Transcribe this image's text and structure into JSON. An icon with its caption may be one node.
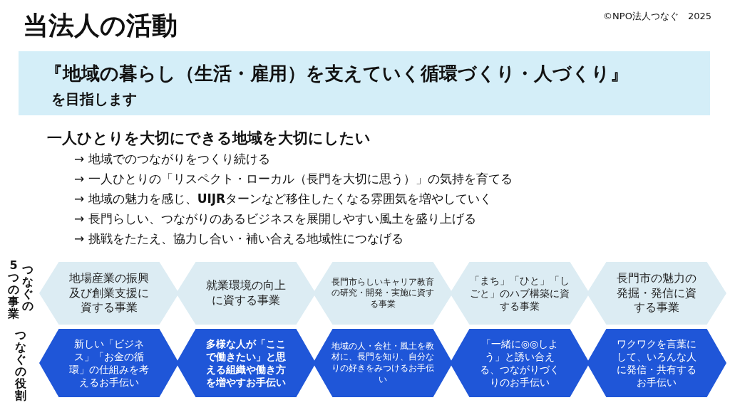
{
  "diagram": {
    "title": "当法人の活動",
    "nodes": [
      {
        "text": [
          "『地域の暮らし（生活・雇用）を支えていく**循環づくり・人づくり**』",
          "を目指します"
        ]
      },
      {
        "text": [
          "地場産業の振興及び創業支援に資する事業"
        ]
      },
      {
        "text": [
          "就業環境の向上に資する事業"
        ]
      },
      {
        "text": [
          "長門市らしいキャリア教育の研究・開発・実施に資する事業"
        ]
      },
      {
        "text": [
          "「まち」「ひと」「しごと」のハブ構築に資する事業"
        ]
      },
      {
        "text": [
          "長門市の魅力の発掘・発信に資する事業"
        ]
      },
      {
        "text": [
          "新しい「ビジネス」「お金の循環」の仕組みを考えるお手伝い"
        ]
      },
      {
        "text": [
          "多様な人が「ここで働きたい」と思える組織や働き方を増やすお手伝い"
        ]
      },
      {
        "text": [
          "地域の人・会社・風土を教材に、長門を知り、自分なりの好きをみつけるお手伝い"
        ]
      },
      {
        "text": [
          "「一緒に◎◎しよう」と誘い合える、つながりづくりのお手伝い"
        ]
      },
      {
        "text": [
          "ワクワクを言葉にして、いろんな人に発信・共有するお手伝い"
        ]
      }
    ],
    "labels": [
      "©NPO法人つなぐ　2025",
      "一人ひとりを大切にできる地域を大切にしたい",
      "→ 地域でのつながりをつくり続ける",
      "→ 一人ひとりの「リスペクト・ローカル（長門を大切に思う）」の気持を育てる",
      "→ 地域の魅力を感じ、**UIJR**ターンなど移住したくなる雰囲気を増やしていく",
      "→ 長門らしい、つながりのあるビジネスを展開しやすい風土を盛り上げる",
      "→ 挑戦をたたえ、協力し合い・補い合える地域性につなげる",
      "つなぐの",
      "5つの事業",
      "つなぐの役割"
    ]
  }
}
